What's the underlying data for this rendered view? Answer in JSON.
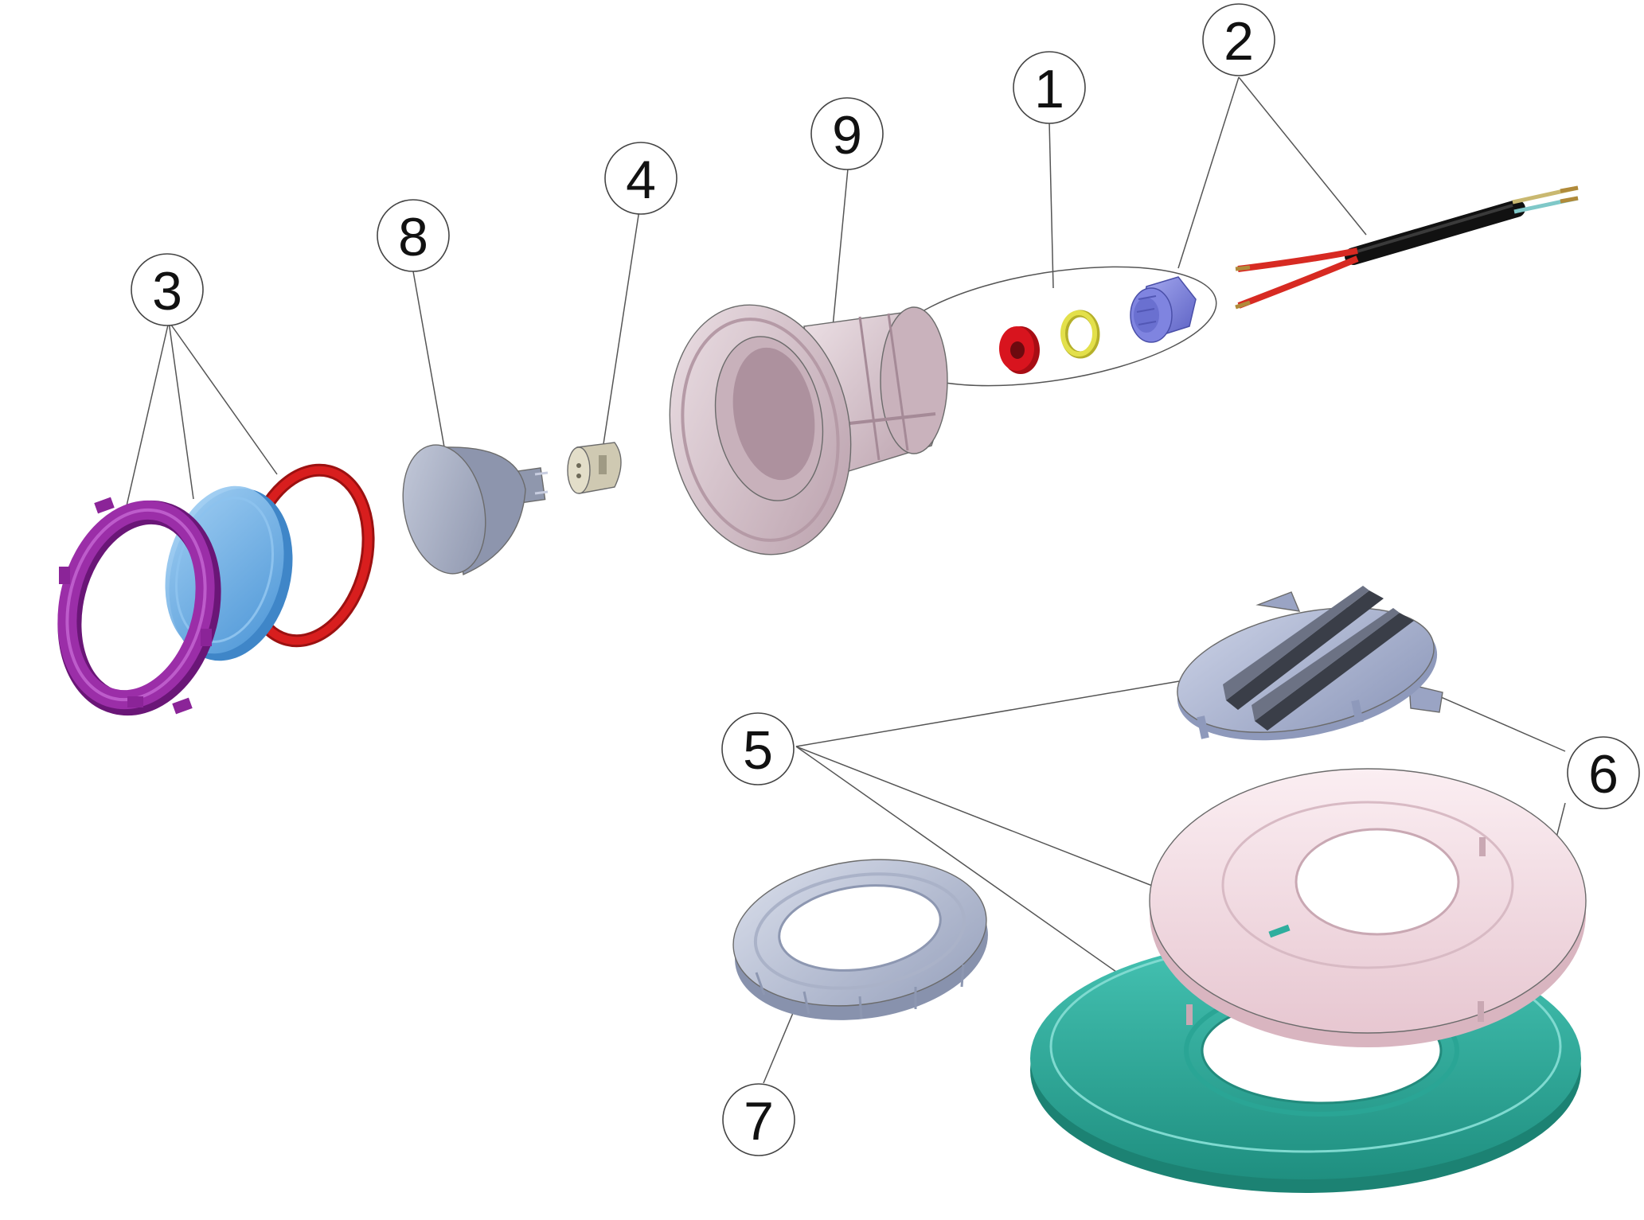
{
  "callouts": [
    {
      "id": "1",
      "label": "1"
    },
    {
      "id": "2",
      "label": "2"
    },
    {
      "id": "3",
      "label": "3"
    },
    {
      "id": "4",
      "label": "4"
    },
    {
      "id": "5",
      "label": "5"
    },
    {
      "id": "6",
      "label": "6"
    },
    {
      "id": "7",
      "label": "7"
    },
    {
      "id": "8",
      "label": "8"
    },
    {
      "id": "9",
      "label": "9"
    }
  ],
  "part_colors": {
    "locking_ring_purple": "#9b2ea8",
    "lens_blue": "#6fb4ea",
    "gasket_red": "#d81e1e",
    "lamp_grey": "#a9b0c4",
    "connector_beige": "#cfc9b2",
    "niche_mauve": "#d7c2ca",
    "seal_red": "#d8141e",
    "washer_yellow": "#e3e04b",
    "gland_blue": "#7f84e0",
    "cable_black": "#111111",
    "wire_red": "#d72a22",
    "clip_lavender": "#b0b8d6",
    "trim_pink": "#f5dfe5",
    "base_teal": "#2fae9e",
    "nut_blue_grey": "#b9c1d6"
  }
}
